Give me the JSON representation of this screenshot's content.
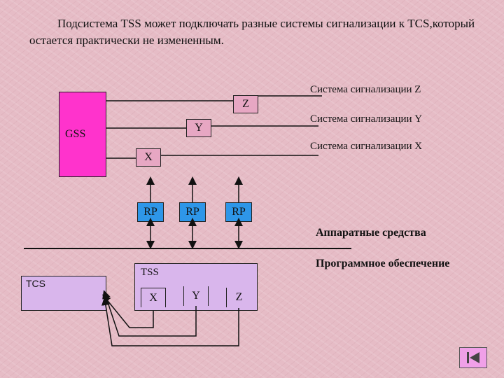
{
  "heading": "Подсистема TSS может подключать разные системы сигнализации к TCS,который остается практически не измененным.",
  "gss": {
    "label": "GSS",
    "color": "#ff33cc"
  },
  "sig_boxes": {
    "z": "Z",
    "y": "Y",
    "x": "X"
  },
  "signal_systems": [
    "Система сигнализации Z",
    "Система сигнализации Y",
    "Система сигнализации X"
  ],
  "rp_boxes": [
    "RP",
    "RP",
    "RP"
  ],
  "rp_color": "#2e96e8",
  "hardware_label": "Аппаратные средства",
  "software_label": "Программное обеспечение",
  "tcs": {
    "label": "TCS",
    "color": "#d9b6ec"
  },
  "tss": {
    "label": "TSS",
    "color": "#d9b6ec",
    "modules": [
      "X",
      "Y",
      "Z"
    ]
  },
  "nav": {
    "icon": "skip-back-icon"
  }
}
